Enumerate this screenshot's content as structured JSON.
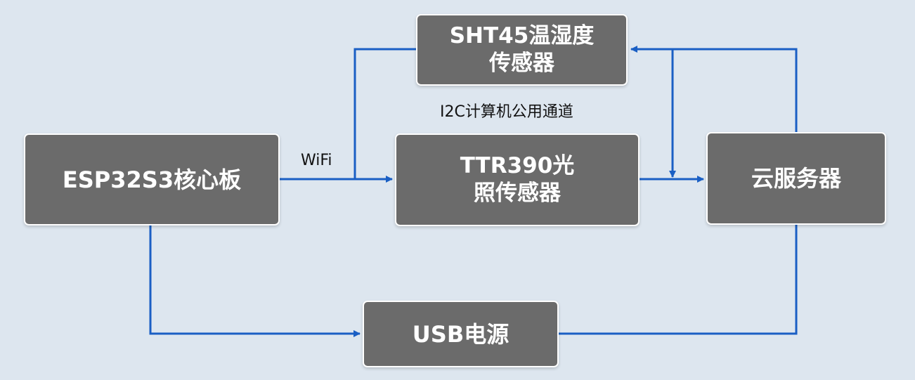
{
  "diagram": {
    "nodes": {
      "sht45": {
        "label": "SHT45温湿度\n传感器"
      },
      "esp32": {
        "label": "ESP32S3核心板"
      },
      "ttr390": {
        "label": "TTR390光\n照传感器"
      },
      "cloud": {
        "label": "云服务器"
      },
      "usb": {
        "label": "USB电源"
      }
    },
    "edge_labels": {
      "i2c": "I2C计算机公用通道",
      "wifi": "WiFi"
    },
    "colors": {
      "background": "#dde6ef",
      "node_fill": "#6b6b6b",
      "node_border": "#ffffff",
      "node_text": "#ffffff",
      "connector": "#1a5fc4"
    }
  }
}
